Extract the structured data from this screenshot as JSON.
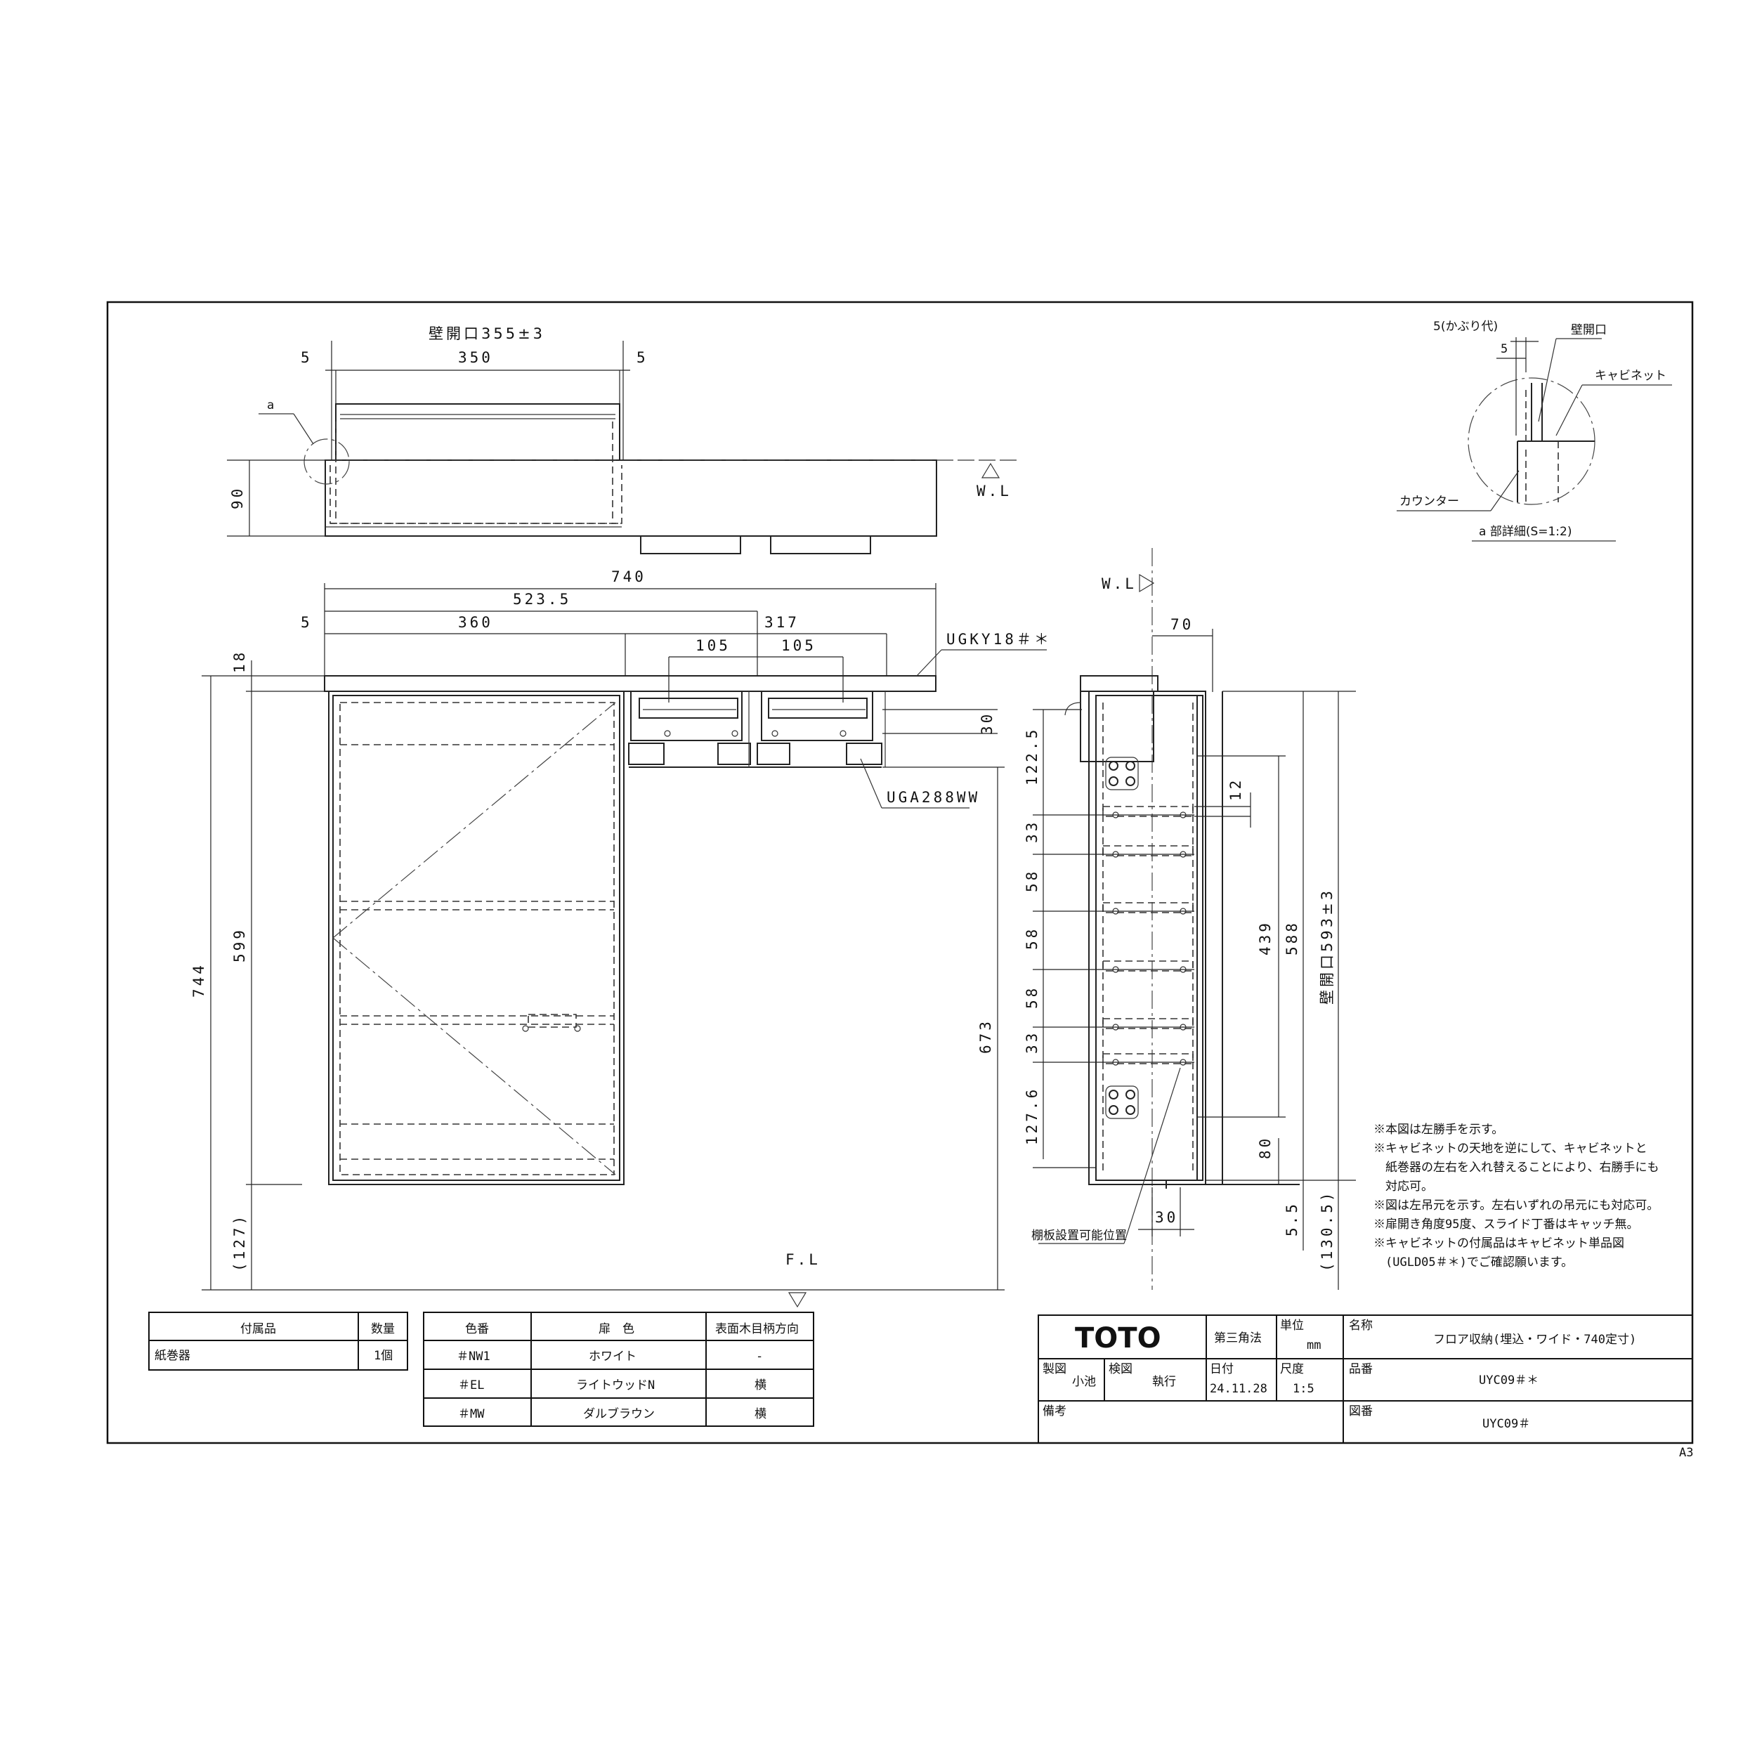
{
  "plan_view": {
    "dim_wall_opening": "壁開口355±3",
    "dim_gap_left": "5",
    "dim_width": "350",
    "dim_gap_right": "5",
    "dim_height": "90",
    "callout_a": "a",
    "wl_label": "W.L"
  },
  "front_view": {
    "dim_total_width": "740",
    "dim_523": "523.5",
    "dim_5": "5",
    "dim_360": "360",
    "dim_317": "317",
    "dim_105a": "105",
    "dim_105b": "105",
    "dim_18": "18",
    "dim_599": "599",
    "dim_744": "744",
    "dim_127": "(127)",
    "dim_673": "673",
    "dim_30": "30",
    "counter_part": "UGKY18＃＊",
    "holder_part": "UGA288WW",
    "fl_label": "F.L"
  },
  "side_view": {
    "wl_label": "W.L",
    "dim_70": "70",
    "dim_122_5": "122.5",
    "dim_12": "12",
    "dim_33a": "33",
    "dim_58a": "58",
    "dim_58b": "58",
    "dim_58c": "58",
    "dim_33b": "33",
    "dim_127_6": "127.6",
    "dim_439": "439",
    "dim_588": "588",
    "dim_593": "壁開口593±3",
    "dim_80": "80",
    "dim_5_5": "5.5",
    "dim_130_5": "(130.5)",
    "dim_30": "30",
    "shelf_label": "棚板設置可能位置"
  },
  "detail_a": {
    "dim_overlap": "5(かぶり代)",
    "dim_5": "5",
    "wall_opening": "壁開口",
    "cabinet": "キャビネット",
    "counter": "カウンター",
    "caption": "a 部詳細(S=1:2)"
  },
  "notes": [
    "※本図は左勝手を示す。",
    "※キャビネットの天地を逆にして、キャビネットと",
    "　紙巻器の左右を入れ替えることにより、右勝手にも",
    "　対応可。",
    "※図は左吊元を示す。左右いずれの吊元にも対応可。",
    "※扉開き角度95度、スライド丁番はキャッチ無。",
    "※キャビネットの付属品はキャビネット単品図",
    "　(UGLD05＃＊)でご確認願います。"
  ],
  "accessories_table": {
    "headers": [
      "付属品",
      "数量"
    ],
    "rows": [
      [
        "紙巻器",
        "1個"
      ]
    ]
  },
  "color_table": {
    "headers": [
      "色番",
      "扉　色",
      "表面木目柄方向"
    ],
    "rows": [
      [
        "＃NW1",
        "ホワイト",
        "-"
      ],
      [
        "＃EL",
        "ライトウッドN",
        "横"
      ],
      [
        "＃MW",
        "ダルブラウン",
        "横"
      ]
    ]
  },
  "title_block": {
    "logo": "TOTO",
    "projection": "第三角法",
    "unit_label": "単位",
    "unit_value": "mm",
    "name_label": "名称",
    "name_value": "フロア収納(埋込・ワイド・740定寸)",
    "drawn_label": "製図",
    "drawn_value": "小池",
    "checked_label": "検図",
    "checked_value": "執行",
    "date_label": "日付",
    "date_value": "24.11.28",
    "scale_label": "尺度",
    "scale_value": "1:5",
    "product_label": "品番",
    "product_value": "UYC09＃＊",
    "remarks_label": "備考",
    "drawing_label": "図番",
    "drawing_value": "UYC09＃",
    "paper_size": "A3"
  }
}
